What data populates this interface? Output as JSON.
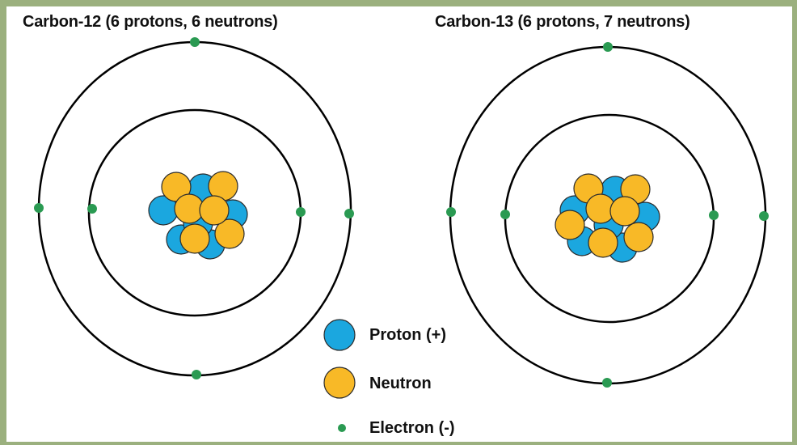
{
  "atoms": [
    {
      "title": "Carbon-12 (6 protons, 6 neutrons)",
      "protons": 6,
      "neutrons": 6
    },
    {
      "title": "Carbon-13 (6 protons, 7 neutrons)",
      "protons": 6,
      "neutrons": 7
    }
  ],
  "legend": {
    "proton": "Proton (+)",
    "neutron": "Neutron",
    "electron": "Electron (-)"
  },
  "colors": {
    "frame": "#9bb07e",
    "background": "#ffffff",
    "proton": "#1ba7df",
    "neutron": "#f8b927",
    "electron": "#2a9a52",
    "orbit": "#000000"
  }
}
